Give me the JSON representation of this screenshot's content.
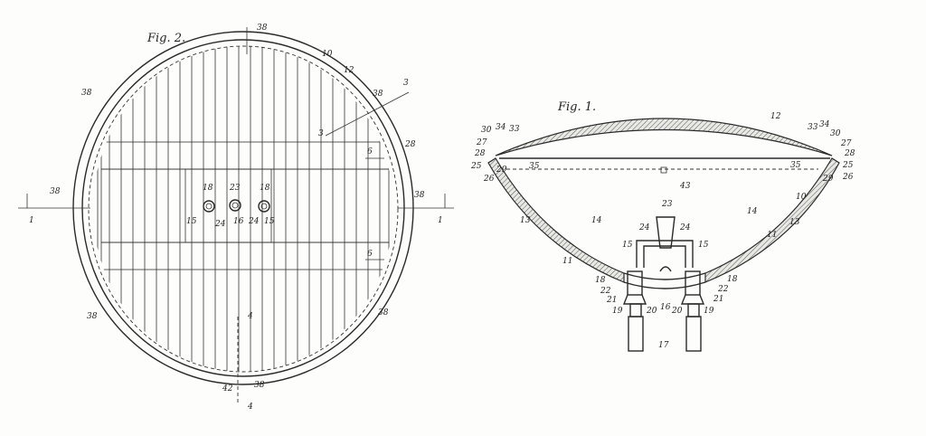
{
  "figure_2": {
    "title": "Fig. 2.",
    "refs": {
      "r10": "10",
      "r12": "12",
      "r3a": "3",
      "r3b": "3",
      "r6a": "6",
      "r6b": "6",
      "r28": "28",
      "r38_top": "38",
      "r38_ul": "38",
      "r38_ur": "38",
      "r38_l": "38",
      "r38_r": "38",
      "r38_ll": "38",
      "r38_lr": "38",
      "r38_bot": "38",
      "r18a": "18",
      "r18b": "18",
      "r23": "23",
      "r15a": "15",
      "r15b": "15",
      "r16": "16",
      "r24a": "24",
      "r24b": "24",
      "r1a": "1",
      "r1b": "1",
      "r4a": "4",
      "r4b": "4",
      "r42": "42"
    }
  },
  "figure_1": {
    "title": "Fig. 1.",
    "refs": {
      "r12": "12",
      "r30L": "30",
      "r34L": "34",
      "r33L": "33",
      "r27L": "27",
      "r28L": "28",
      "r25L": "25",
      "r26L": "26",
      "r29L": "29",
      "r35L": "35",
      "r33R": "33",
      "r34R": "34",
      "r30R": "30",
      "r27R": "27",
      "r28R": "28",
      "r25R": "25",
      "r26R": "26",
      "r29R": "29",
      "r35R": "35",
      "r43": "43",
      "r13L": "13",
      "r14L": "14",
      "r11L": "11",
      "r14R": "14",
      "r13R": "13",
      "r11R": "11",
      "r10": "10",
      "r23": "23",
      "r24L": "24",
      "r24R": "24",
      "r15L": "15",
      "r15R": "15",
      "r18L": "18",
      "r18R": "18",
      "r22L": "22",
      "r22R": "22",
      "r21L": "21",
      "r21R": "21",
      "r19L": "19",
      "r19R": "19",
      "r20L": "20",
      "r20R": "20",
      "r16": "16",
      "r17": "17"
    }
  }
}
